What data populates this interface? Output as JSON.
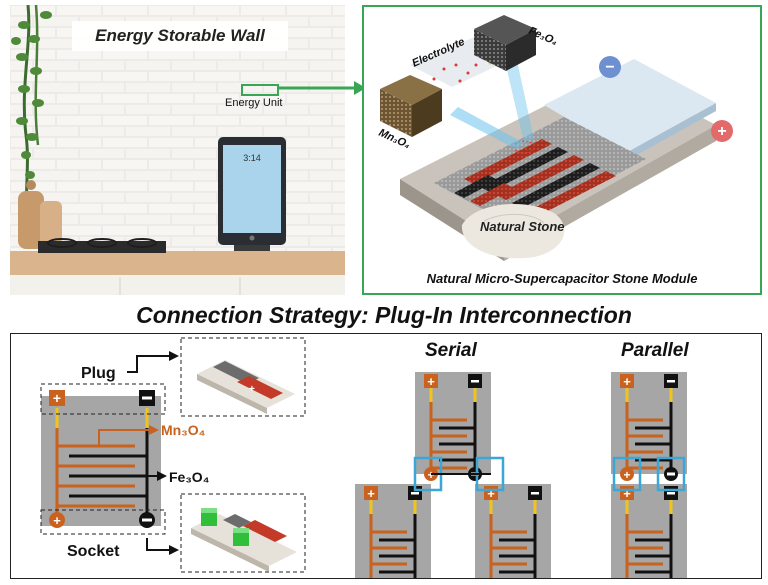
{
  "top_left": {
    "title": "Energy Storable Wall",
    "energy_label": "Energy Unit",
    "tablet_time": "3:14"
  },
  "top_right": {
    "electrolyte": "Electrolyte",
    "fe3o4": "Fe₃O₄",
    "mn3o4": "Mn₃O₄",
    "stone": "Natural Stone",
    "caption": "Natural Micro-Supercapacitor Stone Module",
    "minus": "−",
    "plus": "+"
  },
  "section_title": "Connection Strategy: Plug-In Interconnection",
  "bottom": {
    "plug": "Plug",
    "socket": "Socket",
    "mn3o4": "Mn₃O₄",
    "fe3o4": "Fe₃O₄",
    "serial": "Serial",
    "parallel": "Parallel"
  },
  "colors": {
    "orange": "#c8621e",
    "green_border": "#3aa655",
    "cyan": "#3ca6d6",
    "red_plus": "#e26a6a",
    "blue_minus": "#6e8fd0"
  }
}
